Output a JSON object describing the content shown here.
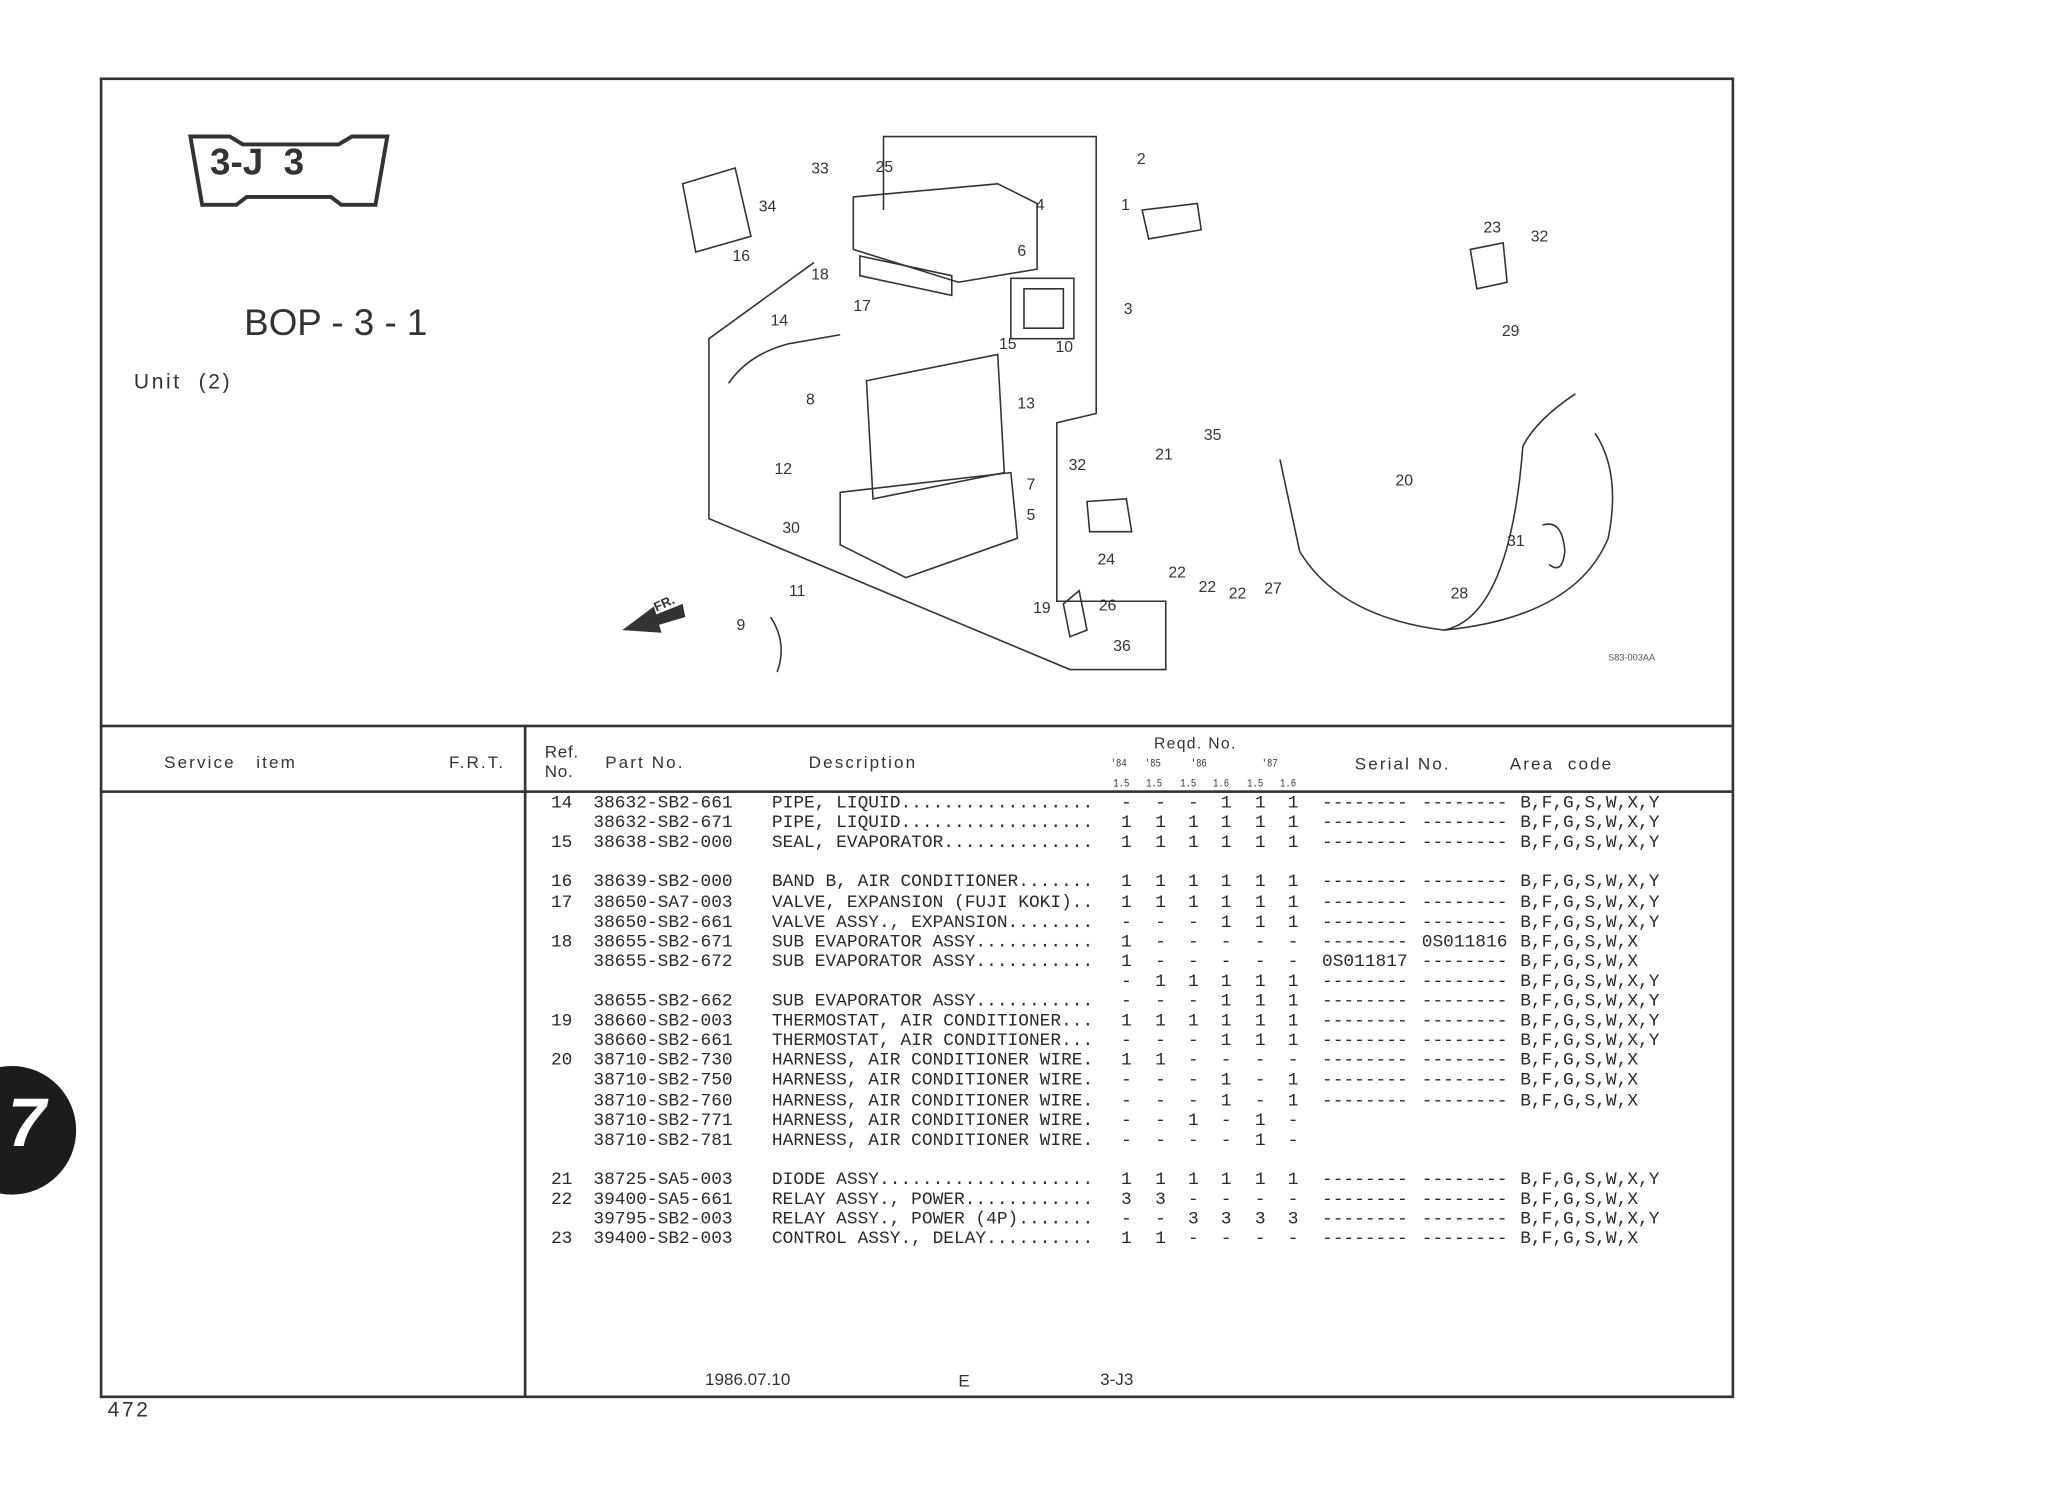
{
  "header": {
    "section_badge": "3-J  3",
    "group_code": "BOP - 3 - 1",
    "unit_label": "Unit  (2)"
  },
  "diagram": {
    "drawing_code": "S83-003AA",
    "front_marker": "FR.",
    "callouts": [
      "33",
      "25",
      "4",
      "34",
      "16",
      "6",
      "2",
      "1",
      "3",
      "18",
      "17",
      "14",
      "15",
      "10",
      "23",
      "32",
      "29",
      "8",
      "13",
      "35",
      "21",
      "32",
      "12",
      "7",
      "5",
      "20",
      "30",
      "24",
      "31",
      "22",
      "22",
      "22",
      "27",
      "28",
      "11",
      "19",
      "26",
      "9",
      "36"
    ]
  },
  "table": {
    "columns": {
      "service_item": "Service   item",
      "frt": "F.R.T.",
      "ref_no": "Ref.\nNo.",
      "part_no": "Part No.",
      "description": "Description",
      "reqd_no": "Reqd. No.",
      "years": [
        "'84",
        "'85",
        "'86",
        "'87"
      ],
      "engines": [
        "1.5",
        "1.5",
        "1.5",
        "1.6",
        "1.5",
        "1.6"
      ],
      "serial_no": "Serial No.",
      "area_code": "Area  code"
    },
    "rows": [
      {
        "ref": "14",
        "part": "38632-SB2-661",
        "desc": "PIPE, LIQUID..................",
        "qty": [
          "-",
          "-",
          "-",
          "1",
          "1",
          "1"
        ],
        "serial_from": "--------",
        "serial_to": "--------",
        "area": "B,F,G,S,W,X,Y"
      },
      {
        "ref": "",
        "part": "38632-SB2-671",
        "desc": "PIPE, LIQUID..................",
        "qty": [
          "1",
          "1",
          "1",
          "1",
          "1",
          "1"
        ],
        "serial_from": "--------",
        "serial_to": "--------",
        "area": "B,F,G,S,W,X,Y"
      },
      {
        "ref": "15",
        "part": "38638-SB2-000",
        "desc": "SEAL, EVAPORATOR..............",
        "qty": [
          "1",
          "1",
          "1",
          "1",
          "1",
          "1"
        ],
        "serial_from": "--------",
        "serial_to": "--------",
        "area": "B,F,G,S,W,X,Y"
      },
      {
        "gap": true,
        "ref": "16",
        "part": "38639-SB2-000",
        "desc": "BAND B, AIR CONDITIONER.......",
        "qty": [
          "1",
          "1",
          "1",
          "1",
          "1",
          "1"
        ],
        "serial_from": "--------",
        "serial_to": "--------",
        "area": "B,F,G,S,W,X,Y"
      },
      {
        "ref": "17",
        "part": "38650-SA7-003",
        "desc": "VALVE, EXPANSION (FUJI KOKI)..",
        "qty": [
          "1",
          "1",
          "1",
          "1",
          "1",
          "1"
        ],
        "serial_from": "--------",
        "serial_to": "--------",
        "area": "B,F,G,S,W,X,Y"
      },
      {
        "ref": "",
        "part": "38650-SB2-661",
        "desc": "VALVE ASSY., EXPANSION........",
        "qty": [
          "-",
          "-",
          "-",
          "1",
          "1",
          "1"
        ],
        "serial_from": "--------",
        "serial_to": "--------",
        "area": "B,F,G,S,W,X,Y"
      },
      {
        "ref": "18",
        "part": "38655-SB2-671",
        "desc": "SUB EVAPORATOR ASSY...........",
        "qty": [
          "1",
          "-",
          "-",
          "-",
          "-",
          "-"
        ],
        "serial_from": "--------",
        "serial_to": "0S011816",
        "area": "B,F,G,S,W,X"
      },
      {
        "ref": "",
        "part": "38655-SB2-672",
        "desc": "SUB EVAPORATOR ASSY...........",
        "qty": [
          "1",
          "-",
          "-",
          "-",
          "-",
          "-"
        ],
        "serial_from": "0S011817",
        "serial_to": "--------",
        "area": "B,F,G,S,W,X"
      },
      {
        "ref": "",
        "part": "",
        "desc": "",
        "qty": [
          "-",
          "1",
          "1",
          "1",
          "1",
          "1"
        ],
        "serial_from": "--------",
        "serial_to": "--------",
        "area": "B,F,G,S,W,X,Y"
      },
      {
        "ref": "",
        "part": "38655-SB2-662",
        "desc": "SUB EVAPORATOR ASSY...........",
        "qty": [
          "-",
          "-",
          "-",
          "1",
          "1",
          "1"
        ],
        "serial_from": "--------",
        "serial_to": "--------",
        "area": "B,F,G,S,W,X,Y"
      },
      {
        "ref": "19",
        "part": "38660-SB2-003",
        "desc": "THERMOSTAT, AIR CONDITIONER...",
        "qty": [
          "1",
          "1",
          "1",
          "1",
          "1",
          "1"
        ],
        "serial_from": "--------",
        "serial_to": "--------",
        "area": "B,F,G,S,W,X,Y"
      },
      {
        "ref": "",
        "part": "38660-SB2-661",
        "desc": "THERMOSTAT, AIR CONDITIONER...",
        "qty": [
          "-",
          "-",
          "-",
          "1",
          "1",
          "1"
        ],
        "serial_from": "--------",
        "serial_to": "--------",
        "area": "B,F,G,S,W,X,Y"
      },
      {
        "ref": "20",
        "part": "38710-SB2-730",
        "desc": "HARNESS, AIR CONDITIONER WIRE.",
        "qty": [
          "1",
          "1",
          "-",
          "-",
          "-",
          "-"
        ],
        "serial_from": "--------",
        "serial_to": "--------",
        "area": "B,F,G,S,W,X"
      },
      {
        "ref": "",
        "part": "38710-SB2-750",
        "desc": "HARNESS, AIR CONDITIONER WIRE.",
        "qty": [
          "-",
          "-",
          "-",
          "1",
          "-",
          "1"
        ],
        "serial_from": "--------",
        "serial_to": "--------",
        "area": "B,F,G,S,W,X"
      },
      {
        "ref": "",
        "part": "38710-SB2-760",
        "desc": "HARNESS, AIR CONDITIONER WIRE.",
        "qty": [
          "-",
          "-",
          "-",
          "1",
          "-",
          "1"
        ],
        "serial_from": "--------",
        "serial_to": "--------",
        "area": "B,F,G,S,W,X"
      },
      {
        "ref": "",
        "part": "38710-SB2-771",
        "desc": "HARNESS, AIR CONDITIONER WIRE.",
        "qty": [
          "-",
          "-",
          "1",
          "-",
          "1",
          "-"
        ],
        "serial_from": "",
        "serial_to": "",
        "area": ""
      },
      {
        "ref": "",
        "part": "38710-SB2-781",
        "desc": "HARNESS, AIR CONDITIONER WIRE.",
        "qty": [
          "-",
          "-",
          "-",
          "-",
          "1",
          "-"
        ],
        "serial_from": "",
        "serial_to": "",
        "area": ""
      },
      {
        "gap": true,
        "ref": "21",
        "part": "38725-SA5-003",
        "desc": "DIODE ASSY....................",
        "qty": [
          "1",
          "1",
          "1",
          "1",
          "1",
          "1"
        ],
        "serial_from": "--------",
        "serial_to": "--------",
        "area": "B,F,G,S,W,X,Y"
      },
      {
        "ref": "22",
        "part": "39400-SA5-661",
        "desc": "RELAY ASSY., POWER............",
        "qty": [
          "3",
          "3",
          "-",
          "-",
          "-",
          "-"
        ],
        "serial_from": "--------",
        "serial_to": "--------",
        "area": "B,F,G,S,W,X"
      },
      {
        "ref": "",
        "part": "39795-SB2-003",
        "desc": "RELAY ASSY., POWER (4P).......",
        "qty": [
          "-",
          "-",
          "3",
          "3",
          "3",
          "3"
        ],
        "serial_from": "--------",
        "serial_to": "--------",
        "area": "B,F,G,S,W,X,Y"
      },
      {
        "ref": "23",
        "part": "39400-SB2-003",
        "desc": "CONTROL ASSY., DELAY..........",
        "qty": [
          "1",
          "1",
          "-",
          "-",
          "-",
          "-"
        ],
        "serial_from": "--------",
        "serial_to": "--------",
        "area": "B,F,G,S,W,X"
      }
    ]
  },
  "footer": {
    "date": "1986.07.10",
    "edition": "E",
    "section_ref": "3-J3",
    "page_number": "472",
    "chapter_tab": "7"
  }
}
